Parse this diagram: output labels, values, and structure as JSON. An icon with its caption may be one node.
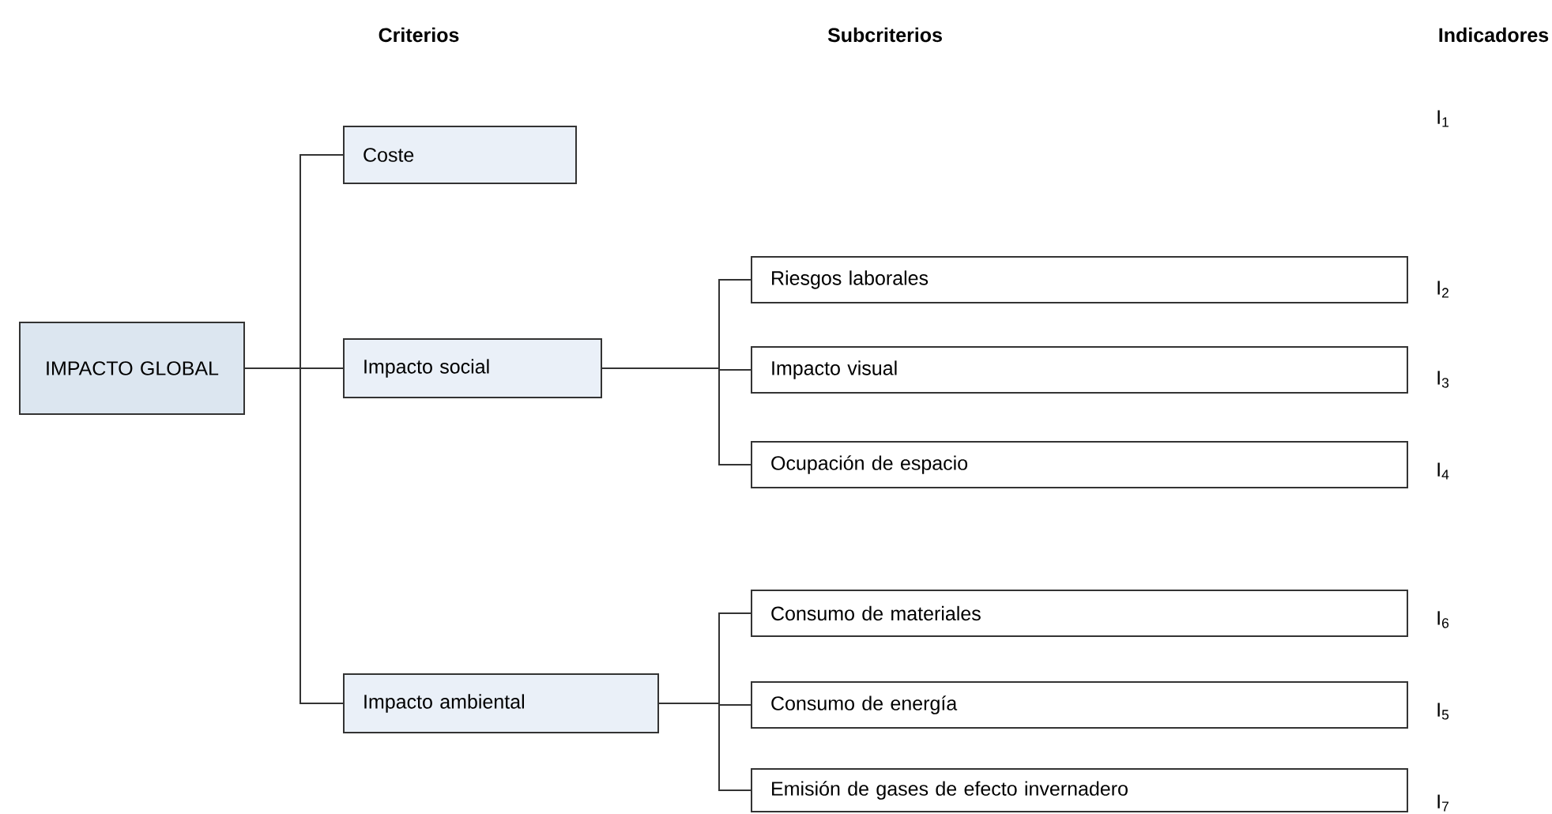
{
  "diagram": {
    "nodes": [
      {
        "text": [
          "IMPACTO GLOBAL"
        ]
      },
      {
        "text": [
          "Coste"
        ]
      },
      {
        "text": [
          "Impacto social"
        ]
      },
      {
        "text": [
          "Impacto ambiental"
        ]
      },
      {
        "text": [
          "Riesgos laborales"
        ]
      },
      {
        "text": [
          "Impacto visual"
        ]
      },
      {
        "text": [
          "Ocupación de espacio"
        ]
      },
      {
        "text": [
          "Consumo de materiales"
        ]
      },
      {
        "text": [
          "Consumo de energía"
        ]
      },
      {
        "text": [
          "Emisión de gases de efecto invernadero"
        ]
      }
    ],
    "edges": [
      {
        "from": 0,
        "to": 1,
        "arrow": "none"
      },
      {
        "from": 0,
        "to": 2,
        "arrow": "none"
      },
      {
        "from": 0,
        "to": 3,
        "arrow": "none"
      },
      {
        "from": 2,
        "to": 4,
        "arrow": "none"
      },
      {
        "from": 2,
        "to": 5,
        "arrow": "none"
      },
      {
        "from": 2,
        "to": 6,
        "arrow": "none"
      },
      {
        "from": 3,
        "to": 7,
        "arrow": "none"
      },
      {
        "from": 3,
        "to": 8,
        "arrow": "none"
      },
      {
        "from": 3,
        "to": 9,
        "arrow": "none"
      }
    ],
    "labels": [
      "Criterios",
      "Subcriterios",
      "Indicadores",
      "I$_{1}$",
      "I$_{2}$",
      "I$_{3}$",
      "I$_{4}$",
      "I$_{6}$",
      "I$_{5}$",
      "I$_{7}$"
    ]
  }
}
